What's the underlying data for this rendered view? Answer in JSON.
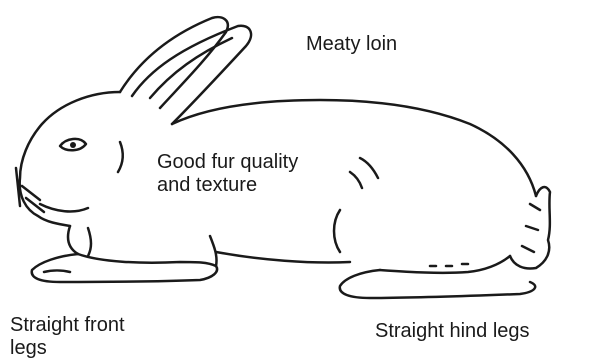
{
  "labels": {
    "meaty_loin": "Meaty loin",
    "fur_line1": "Good fur quality",
    "fur_line2": "and texture",
    "front_line1": "Straight front",
    "front_line2": "legs",
    "hind_legs": "Straight hind legs"
  },
  "colors": {
    "ink": "#1a1a1a",
    "background": "#ffffff"
  }
}
